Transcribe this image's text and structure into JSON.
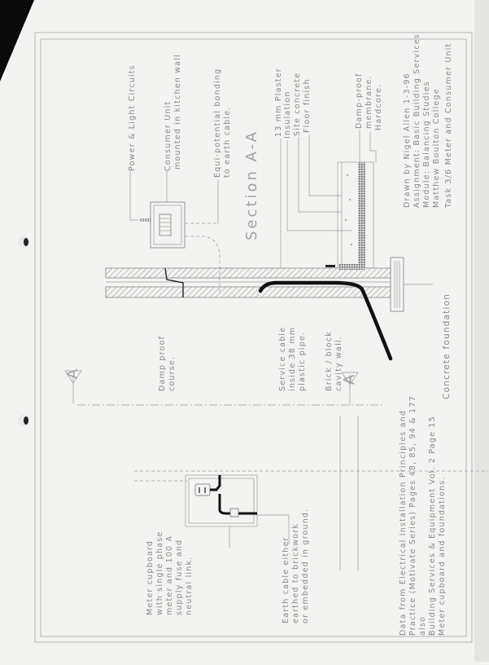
{
  "drawing": {
    "section_title": "Section A-A",
    "section_marker": "A",
    "title_block": {
      "line1": "Drawn by Nigel Allen 1-3-96",
      "line2": "Assignment: Basic Building Services",
      "line3": "Module: Balancing Studies",
      "line4": "Matthew Boulton College",
      "line5": "Task 3/6 Meter and Consumer Unit"
    },
    "labels": {
      "power_light": "Power & Light Circuits",
      "consumer_unit_1": "Consumer Unit",
      "consumer_unit_2": "mounted in kitchen wall",
      "equi_1": "Equi-potential bonding",
      "equi_2": "to earth cable.",
      "plaster": "13 mm Plaster",
      "insulation": "Insulation",
      "site_concrete": "Site concrete",
      "floor_finish": "Floor finish",
      "dpm_1": "Damp-proof",
      "dpm_2": "membrane.",
      "hardcore": "Hardcore.",
      "dpc_1": "Damp proof",
      "dpc_2": "course.",
      "service_1": "Service cable",
      "service_2": "inside 38 mm",
      "service_3": "plastic pipe.",
      "brick_1": "Brick / block",
      "brick_2": "cavity wall.",
      "foundation": "Concrete foundation",
      "meter_1": "Meter cupboard",
      "meter_2": "with single phase",
      "meter_3": "meter and 100 A",
      "meter_4": "supply fuse and",
      "meter_5": "neutral link.",
      "earth_1": "Earth cable either",
      "earth_2": "earthed to brickwork",
      "earth_3": "or embedded in ground.",
      "ref_1": "Data from Electrical Installation Principles and",
      "ref_2": "Practice (Motivate Series) Pages 48, 85, 94 & 177",
      "ref_3": "also",
      "ref_4": "Building Services & Equipment Vol. 2 Page 15",
      "ref_5": "Meter cupboard and foundations."
    }
  }
}
